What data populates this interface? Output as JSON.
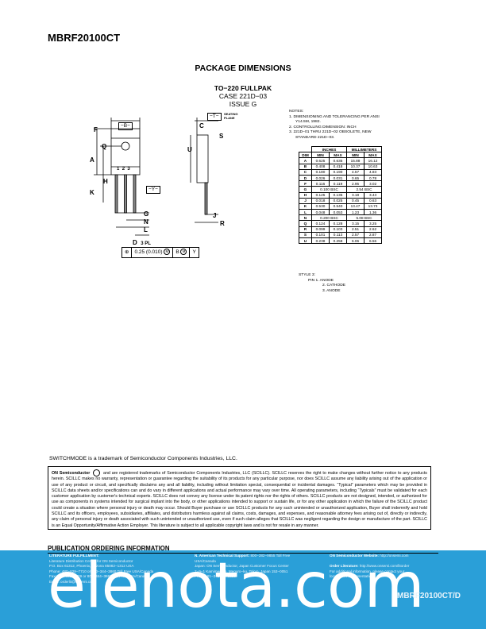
{
  "header": {
    "part_number": "MBRF20100CT"
  },
  "section_title": "PACKAGE DIMENSIONS",
  "package": {
    "name": "TO−220 FULLPAK",
    "case": "CASE 221D−03",
    "issue": "ISSUE G"
  },
  "notes": {
    "title": "NOTES:",
    "lines": [
      "1.  DIMENSIONING AND TOLERANCING PER ANSI",
      "Y14.5M, 1982.",
      "2.  CONTROLLING DIMENSION: INCH",
      "3.  221D−01 THRU 221D−02 OBSOLETE, NEW",
      "STANDARD 221D−03."
    ]
  },
  "dimensions_table": {
    "group_headers": [
      "INCHES",
      "MILLIMETERS"
    ],
    "col_headers": [
      "DIM",
      "MIN",
      "MAX",
      "MIN",
      "MAX"
    ],
    "rows": [
      [
        "A",
        "0.625",
        "0.635",
        "15.88",
        "16.12"
      ],
      [
        "B",
        "0.408",
        "0.418",
        "10.37",
        "10.63"
      ],
      [
        "C",
        "0.180",
        "0.190",
        "4.57",
        "4.83"
      ],
      [
        "D",
        "0.026",
        "0.031",
        "0.65",
        "0.78"
      ],
      [
        "F",
        "0.116",
        "0.119",
        "2.95",
        "3.02"
      ],
      [
        "G",
        "0.100 BSC",
        "",
        "2.54 BSC",
        ""
      ],
      [
        "H",
        "0.125",
        "0.135",
        "3.18",
        "3.43"
      ],
      [
        "J",
        "0.018",
        "0.025",
        "0.45",
        "0.63"
      ],
      [
        "K",
        "0.530",
        "0.540",
        "13.47",
        "13.73"
      ],
      [
        "L",
        "0.048",
        "0.053",
        "1.23",
        "1.36"
      ],
      [
        "N",
        "0.200 BSC",
        "",
        "5.08 BSC",
        ""
      ],
      [
        "Q",
        "0.124",
        "0.128",
        "3.15",
        "3.25"
      ],
      [
        "R",
        "0.099",
        "0.103",
        "2.51",
        "2.62"
      ],
      [
        "S",
        "0.101",
        "0.113",
        "2.57",
        "2.87"
      ],
      [
        "U",
        "0.238",
        "0.258",
        "6.06",
        "6.56"
      ]
    ]
  },
  "style_block": {
    "title": "STYLE 3:",
    "pins": [
      "PIN 1.   ANODE",
      "2.   CATHODE",
      "3.   ANODE"
    ]
  },
  "drawing": {
    "labels": {
      "B": "B",
      "Y": "Y",
      "T": "T",
      "F": "F",
      "Q": "Q",
      "A": "A",
      "H": "H",
      "K": "K",
      "G": "G",
      "N": "N",
      "L": "L",
      "D": "D",
      "D_sub": "3 PL",
      "C": "C",
      "S": "S",
      "U": "U",
      "J": "J",
      "R": "R",
      "seating": "SEATING PLANE",
      "pin_1": "1",
      "pin_2": "2",
      "pin_3": "3"
    },
    "tolerance": {
      "value": "0.25 (0.010)",
      "mod1": "M",
      "datum_b": "B",
      "mod2": "M",
      "datum_y": "Y"
    }
  },
  "trademark": "SWITCHMODE is a trademark of Semiconductor Components Industries, LLC.",
  "disclaimer": {
    "lead": "ON Semiconductor",
    "text": "and        are registered trademarks of Semiconductor Components Industries, LLC (SCILLC).  SCILLC reserves the right to make changes without further notice to any products herein.  SCILLC makes no warranty, representation or guarantee regarding the suitability of its products for any particular purpose, nor does SCILLC assume any liability arising out of the application or use of any product or circuit, and specifically disclaims any and all liability, including without limitation special, consequential or incidental damages. “Typical” parameters which may be provided in SCILLC data sheets and/or specifications can and do vary in different applications and actual performance may vary over time.  All operating parameters, including “Typicals” must be validated for each customer application by customer's technical experts.  SCILLC does not convey any license under its patent rights nor the rights of others.  SCILLC products are not designed, intended, or authorized for use as components in systems intended for surgical implant into the body, or other applications intended to support or sustain life, or for any other application in which the failure of the SCILLC product could create a situation where personal injury or death may occur.  Should Buyer purchase or use SCILLC products for any such unintended or unauthorized application, Buyer shall indemnify and hold SCILLC and its officers, employees, subsidiaries, affiliates, and distributors harmless against all claims, costs, damages, and expenses, and reasonable attorney fees arising out of, directly or indirectly, any claim of personal injury or death associated with such unintended or unauthorized use, even if such claim alleges that SCILLC was negligent regarding the design or manufacture of the part.  SCILLC is an Equal Opportunity/Affirmative Action Employer.  This literature is subject to all applicable copyright laws and is not for resale in any manner."
  },
  "publication": {
    "title": "PUBLICATION ORDERING INFORMATION",
    "col1": {
      "heading": "LITERATURE FULFILLMENT:",
      "lines": [
        "Literature Distribution Center for ON Semiconductor",
        "P.O. Box 61312, Phoenix, Arizona 85082−1312 USA",
        "Phone: 480−829−7710 or 800−344−3860 Toll Free USA/Canada",
        "Fax: 480−829−7709 or 800−344−3867 Toll Free USA/Canada",
        "Email: orderlit@onsemi.com"
      ]
    },
    "col2": {
      "heading": "N. American Technical Support:",
      "heading_rest": "800−282−9855 Toll Free",
      "lines": [
        "USA/Canada",
        "",
        "Japan: ON Semiconductor, Japan Customer Focus Center",
        "2−9−1 Kamimeguro, Meguro−ku, Tokyo, Japan 153−0051",
        "Phone: 81−3−5773−3850"
      ]
    },
    "col3": {
      "website_label": "ON Semiconductor Website:",
      "website": "http://onsemi.com",
      "order_label": "Order Literature:",
      "order": "http://www.onsemi.com/litorder",
      "lines": [
        "",
        "For additional information, please contact your",
        "local Sales Representative."
      ]
    },
    "doc_number": "MBRF20100CT/D"
  },
  "watermark": "elenota.com"
}
